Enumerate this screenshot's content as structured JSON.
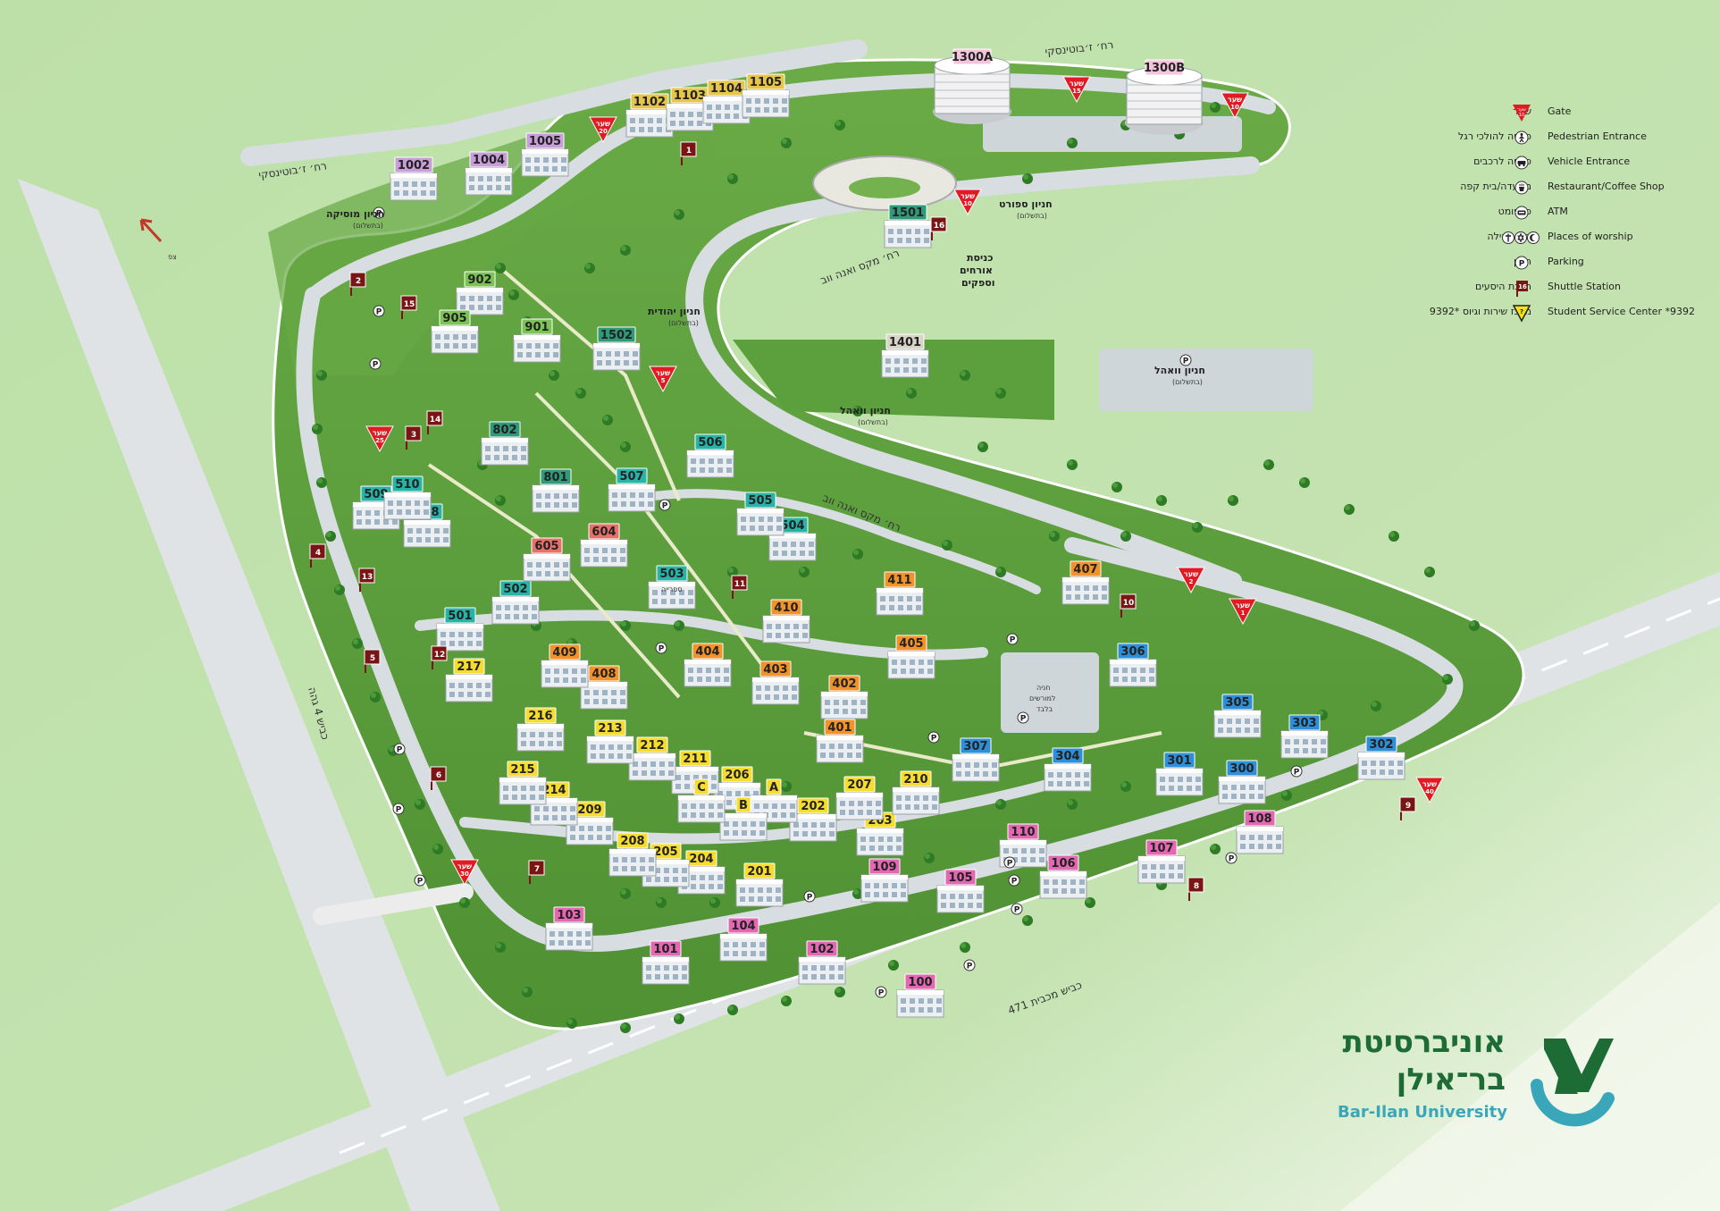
{
  "colors": {
    "background": "#b9dca4",
    "campus_lawn": "#5b9e3c",
    "lawn_light": "#8cc26a",
    "road": "#d7dde1",
    "road_edge": "#b9c2c8",
    "map_white": "#ffffff",
    "gate_red": "#e01b24",
    "station_red": "#7b1414",
    "logo_green": "#1d6b35",
    "logo_teal": "#3aa6b9"
  },
  "building_palette": {
    "100s": "#e467b3",
    "200s": "#f6dc2f",
    "300s": "#2e8fd8",
    "400s": "#f39229",
    "500s": "#28b3a8",
    "600s": "#e8706b",
    "800s": "#2f9a78",
    "900s": "#7cc356",
    "1000s": "#c89ed9",
    "1100s": "#e6c54a",
    "1300s": "#f4c4dc",
    "1400s": "#d8d4c8",
    "1500s": "#2f9a78"
  },
  "buildings": [
    {
      "id": "100",
      "group": "100s"
    },
    {
      "id": "101",
      "group": "100s"
    },
    {
      "id": "102",
      "group": "100s"
    },
    {
      "id": "103",
      "group": "100s"
    },
    {
      "id": "104",
      "group": "100s"
    },
    {
      "id": "105",
      "group": "100s"
    },
    {
      "id": "106",
      "group": "100s"
    },
    {
      "id": "107",
      "group": "100s"
    },
    {
      "id": "108",
      "group": "100s"
    },
    {
      "id": "109",
      "group": "100s"
    },
    {
      "id": "110",
      "group": "100s"
    },
    {
      "id": "201",
      "group": "200s"
    },
    {
      "id": "202",
      "group": "200s"
    },
    {
      "id": "203",
      "group": "200s"
    },
    {
      "id": "204",
      "group": "200s"
    },
    {
      "id": "205",
      "group": "200s"
    },
    {
      "id": "206",
      "group": "200s"
    },
    {
      "id": "207",
      "group": "200s"
    },
    {
      "id": "208",
      "group": "200s"
    },
    {
      "id": "209",
      "group": "200s"
    },
    {
      "id": "210",
      "group": "200s"
    },
    {
      "id": "211",
      "group": "200s"
    },
    {
      "id": "212",
      "group": "200s"
    },
    {
      "id": "213",
      "group": "200s"
    },
    {
      "id": "214",
      "group": "200s"
    },
    {
      "id": "215",
      "group": "200s"
    },
    {
      "id": "216",
      "group": "200s"
    },
    {
      "id": "217",
      "group": "200s"
    },
    {
      "id": "A",
      "group": "200s"
    },
    {
      "id": "B",
      "group": "200s"
    },
    {
      "id": "C",
      "group": "200s"
    },
    {
      "id": "300",
      "group": "300s"
    },
    {
      "id": "301",
      "group": "300s"
    },
    {
      "id": "302",
      "group": "300s"
    },
    {
      "id": "303",
      "group": "300s"
    },
    {
      "id": "304",
      "group": "300s"
    },
    {
      "id": "305",
      "group": "300s"
    },
    {
      "id": "306",
      "group": "300s"
    },
    {
      "id": "307",
      "group": "300s"
    },
    {
      "id": "401",
      "group": "400s"
    },
    {
      "id": "402",
      "group": "400s"
    },
    {
      "id": "403",
      "group": "400s"
    },
    {
      "id": "404",
      "group": "400s"
    },
    {
      "id": "405",
      "group": "400s"
    },
    {
      "id": "407",
      "group": "400s"
    },
    {
      "id": "408",
      "group": "400s"
    },
    {
      "id": "409",
      "group": "400s"
    },
    {
      "id": "410",
      "group": "400s"
    },
    {
      "id": "411",
      "group": "400s"
    },
    {
      "id": "501",
      "group": "500s"
    },
    {
      "id": "502",
      "group": "500s"
    },
    {
      "id": "503",
      "group": "500s"
    },
    {
      "id": "504",
      "group": "500s"
    },
    {
      "id": "505",
      "group": "500s"
    },
    {
      "id": "506",
      "group": "500s"
    },
    {
      "id": "507",
      "group": "500s"
    },
    {
      "id": "508",
      "group": "500s"
    },
    {
      "id": "509",
      "group": "500s"
    },
    {
      "id": "510",
      "group": "500s"
    },
    {
      "id": "604",
      "group": "600s"
    },
    {
      "id": "605",
      "group": "600s"
    },
    {
      "id": "801",
      "group": "800s"
    },
    {
      "id": "802",
      "group": "800s"
    },
    {
      "id": "901",
      "group": "900s"
    },
    {
      "id": "902",
      "group": "900s"
    },
    {
      "id": "905",
      "group": "900s"
    },
    {
      "id": "1002",
      "group": "1000s"
    },
    {
      "id": "1004",
      "group": "1000s"
    },
    {
      "id": "1005",
      "group": "1000s"
    },
    {
      "id": "1102",
      "group": "1100s"
    },
    {
      "id": "1103",
      "group": "1100s"
    },
    {
      "id": "1104",
      "group": "1100s"
    },
    {
      "id": "1105",
      "group": "1100s"
    },
    {
      "id": "1300A",
      "group": "1300s"
    },
    {
      "id": "1300B",
      "group": "1300s"
    },
    {
      "id": "1401",
      "group": "1400s"
    },
    {
      "id": "1501",
      "group": "1500s"
    },
    {
      "id": "1502",
      "group": "1500s"
    }
  ],
  "gate_word": "שער",
  "gates": [
    "10",
    "15",
    "20",
    "5",
    "25",
    "2",
    "1",
    "40",
    "30",
    "10"
  ],
  "shuttle_stations": [
    "1",
    "2",
    "3",
    "4",
    "5",
    "6",
    "7",
    "8",
    "9",
    "10",
    "11",
    "12",
    "13",
    "14",
    "15",
    "16"
  ],
  "road_labels": {
    "zhabotinsky_top": "רח׳ ז׳בוטינסקי",
    "zhabotinsky_left": "רח׳ ז׳בוטינסקי",
    "max_ve_anna_web_upper": "רח׳ מקס ואנה ווב",
    "max_ve_anna_web_lower": "רח׳ מקס ואנה ווב",
    "kvish_4": "כביש 4 גהה",
    "kvish_471": "כביש מכבית 471",
    "north_arrow": "צפ"
  },
  "parking_labels": {
    "music": "חניון מוסיקה",
    "music_note": "(בתשלום)",
    "sport": "חניון ספורט",
    "sport_note": "(בתשלום)",
    "yehudit": "חניון יהודית",
    "yehudit_note": "(בתשלום)",
    "wohl_upper": "חניון וואהל",
    "wohl_upper_note": "(בתשלום)",
    "wohl_lower": "חניון וואהל",
    "wohl_lower_note": "(בתשלום)",
    "retirees_1": "חניה",
    "retirees_2": "למורשים",
    "retirees_3": "בלבד",
    "guests_1": "כניסת",
    "guests_2": "אורחים",
    "guests_3": "וספקים"
  },
  "misc_labels": {
    "library_503": "ספרייה"
  },
  "legend": [
    {
      "he": "שער",
      "en": "Gate",
      "icon": "gate-icon"
    },
    {
      "he": "כניסה להולכי רגל",
      "en": "Pedestrian Entrance",
      "icon": "pedestrian-icon"
    },
    {
      "he": "כניסה לרכבים",
      "en": "Vehicle Entrance",
      "icon": "vehicle-icon"
    },
    {
      "he": "מסעדה/בית קפה",
      "en": "Restaurant/Coffee Shop",
      "icon": "restaurant-icon"
    },
    {
      "he": "כספומט",
      "en": "ATM",
      "icon": "atm-icon"
    },
    {
      "he": "בית תפילה",
      "en": "Places of worship",
      "icon": "worship-icon"
    },
    {
      "he": "חניון",
      "en": "Parking",
      "icon": "parking-icon"
    },
    {
      "he": "תחנת היסעים",
      "en": "Shuttle Station",
      "icon": "shuttle-station-icon"
    },
    {
      "he": "מרכז שירות וגיוס *9392",
      "en": "Student Service Center *9392",
      "icon": "service-center-icon"
    }
  ],
  "legend_gate_number": "10",
  "legend_station_number": "16",
  "logo": {
    "he_line1": "אוניברסיטת",
    "he_line2": "בר־אילן",
    "en": "Bar-Ilan University"
  }
}
